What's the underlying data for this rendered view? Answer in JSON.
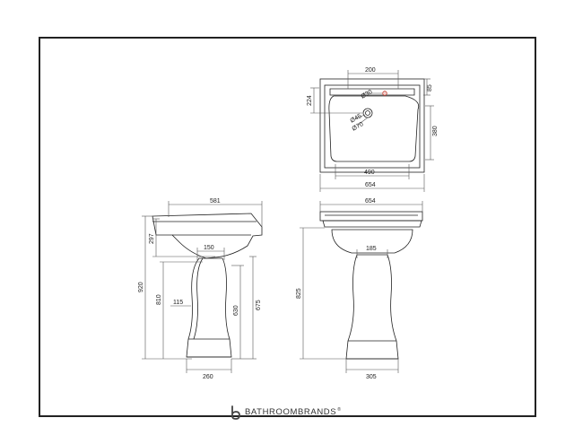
{
  "brand": {
    "name": "BATHROOMBRANDS",
    "reg": "®",
    "logo_letter": "b"
  },
  "colors": {
    "line": "#222222",
    "dim": "#555555",
    "tap_hole": "#c0392b",
    "background": "#ffffff"
  },
  "views": {
    "top": {
      "width_total": "654",
      "basin_width": "490",
      "tap_spacing": "200",
      "back_height": "85",
      "tap_offset": "224",
      "front_depth": "380",
      "tap_hole_dia": "Ø30",
      "waste_dia_1": "Ø45",
      "waste_dia_2": "Ø70"
    },
    "side": {
      "depth": "581",
      "pedestal_top": "150",
      "rim_drop": "297",
      "total_height": "920",
      "rim_height": "810",
      "waste_offset": "115",
      "waste_height": "630",
      "trap_height": "675",
      "foot_width": "260"
    },
    "front": {
      "width": "654",
      "pedestal_neck": "185",
      "height": "825",
      "foot_width": "305"
    }
  }
}
